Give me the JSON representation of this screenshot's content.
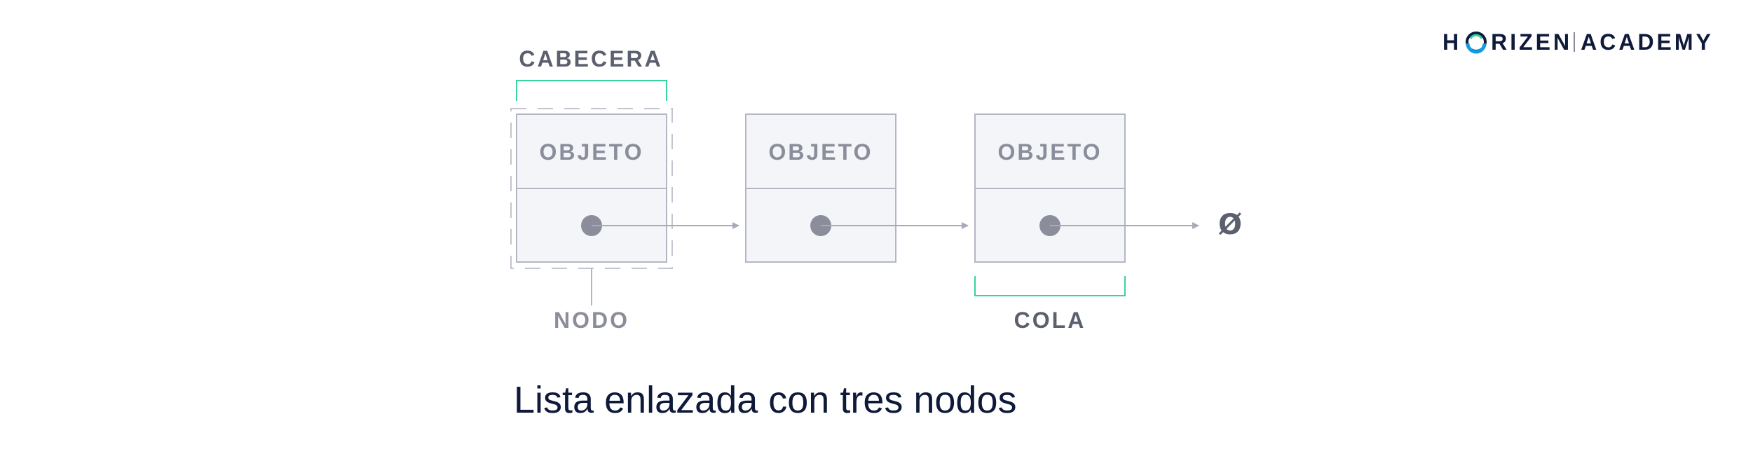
{
  "brand": {
    "part_1": "H",
    "part_2": "RIZEN",
    "part_3": "ACADEMY",
    "logo_icon": "horizen-o-logo-icon",
    "accent_colors": [
      "#0e9de5",
      "#2ad39a"
    ]
  },
  "diagram": {
    "head_label": "CABECERA",
    "tail_label": "COLA",
    "node_label": "NODO",
    "null_symbol": "Ø",
    "nodes": [
      {
        "object_label": "OBJETO"
      },
      {
        "object_label": "OBJETO"
      },
      {
        "object_label": "OBJETO"
      }
    ],
    "colors": {
      "node_fill": "#f4f5f9",
      "node_border": "#b4b6c4",
      "pointer": "#8b8d9b",
      "arrow": "#a8aab8",
      "bracket": "#37d39a",
      "label_dark": "#5b5f6e",
      "label_light": "#8b8d9b"
    }
  },
  "caption": "Lista enlazada con tres nodos"
}
